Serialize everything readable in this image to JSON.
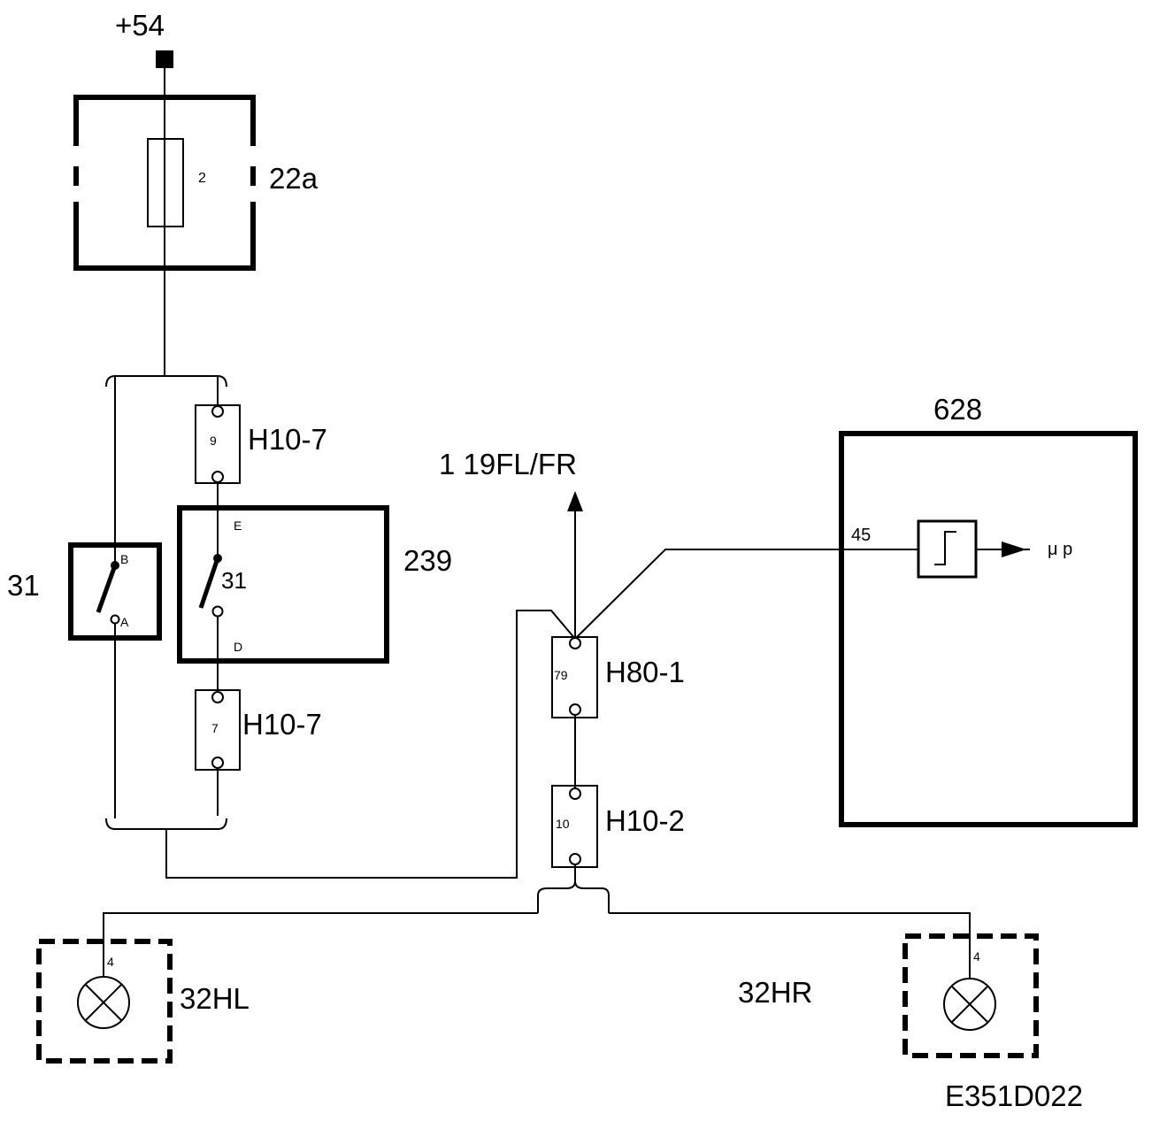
{
  "labels": {
    "supply": "+54",
    "fuse_box": "22a",
    "fuse_number": "2",
    "connector_top": "H10-7",
    "connector_top_pin": "9",
    "connector_bottom": "H10-7",
    "connector_bottom_pin": "7",
    "switch_left": "31",
    "switch_left_pin_b": "B",
    "switch_left_pin_a": "A",
    "module_239": "239",
    "module_239_inner": "31",
    "module_239_pin_e": "E",
    "module_239_pin_d": "D",
    "arrow_target": "1 19FL/FR",
    "connector_h80": "H80-1",
    "connector_h80_pin": "79",
    "connector_h10_2": "H10-2",
    "connector_h10_2_pin": "10",
    "module_628": "628",
    "module_628_pin": "45",
    "micro_label": "μ p",
    "lamp_left": "32HL",
    "lamp_left_pin": "4",
    "lamp_right": "32HR",
    "lamp_right_pin": "4",
    "drawing_id": "E351D022"
  }
}
